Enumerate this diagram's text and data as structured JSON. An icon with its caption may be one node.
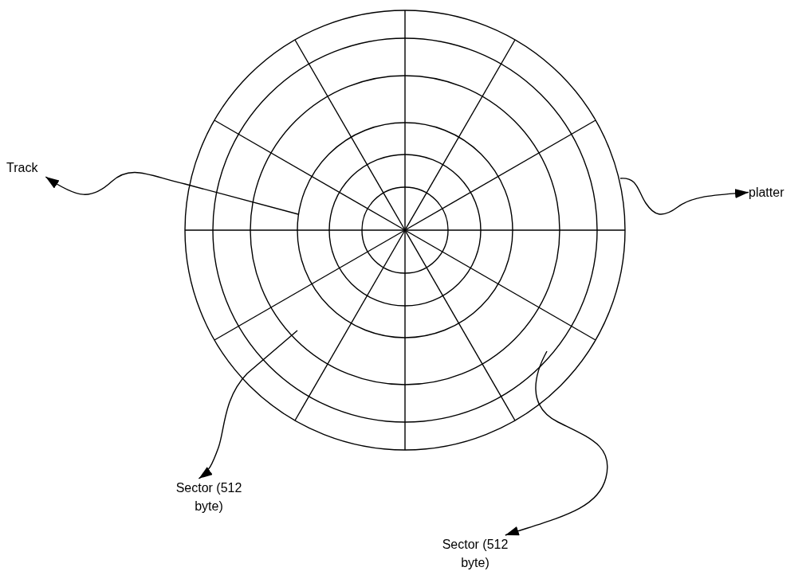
{
  "diagram": {
    "nodes": [
      {
        "text": [
          "Track"
        ]
      },
      {
        "text": [
          "platter"
        ]
      },
      {
        "text": [
          "Sector (512 byte)"
        ]
      },
      {
        "text": [
          "Sector (512 byte)"
        ]
      }
    ],
    "edges": [
      {
        "from": null,
        "to": 0,
        "arrow": "to"
      },
      {
        "from": null,
        "to": 1,
        "arrow": "to"
      },
      {
        "from": null,
        "to": 2,
        "arrow": "to"
      },
      {
        "from": null,
        "to": 3,
        "arrow": "to"
      }
    ]
  }
}
